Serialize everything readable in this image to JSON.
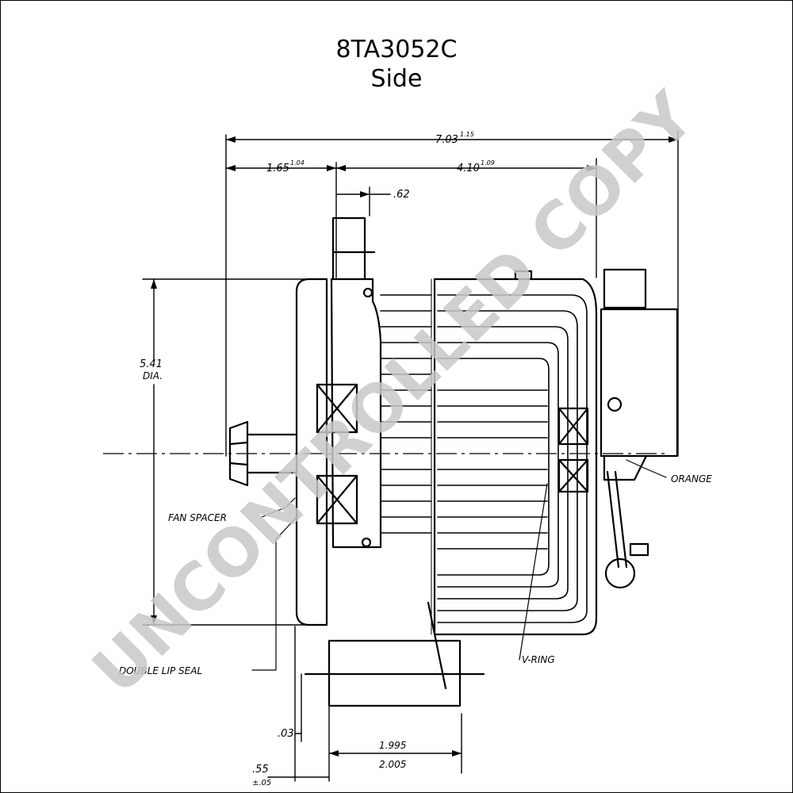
{
  "header": {
    "part_number": "8TA3052C",
    "view_label": "Side"
  },
  "dimensions": {
    "overall_length": "7.03",
    "overall_length_tol": "1.15",
    "front_offset": "1.65",
    "front_offset_tol": "1.04",
    "body_length": "4.10",
    "body_length_tol": "1.09",
    "ear_width": ".62",
    "diameter_value": "5.41",
    "diameter_unit": "DIA.",
    "foot_offset": ".03",
    "foot_width_min": "1.995",
    "foot_width_max": "2.005",
    "pulley_offset": ".55",
    "pulley_offset_tol": "±.05"
  },
  "callouts": {
    "fan_spacer": "FAN SPACER",
    "lip_seal": "DOUBLE LIP SEAL",
    "orange": "ORANGE",
    "v_ring": "V-RING"
  },
  "watermark": {
    "text": "UNCONTROLLED COPY",
    "color": "#c8c8c8"
  }
}
